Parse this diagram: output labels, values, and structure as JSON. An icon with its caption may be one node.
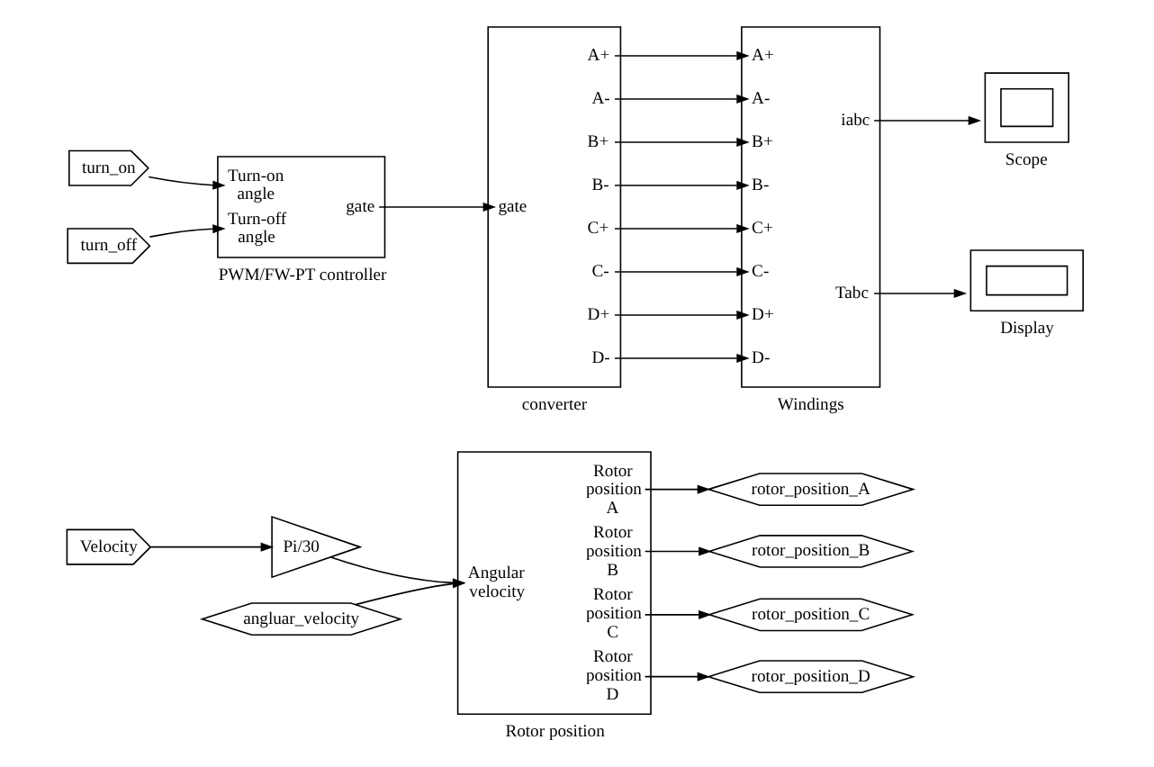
{
  "diagram": {
    "nodes": [
      {
        "text": [
          "Velocity"
        ]
      },
      {
        "text": [
          "Pi/30"
        ]
      },
      {
        "text": [
          "angluar_velocity"
        ]
      },
      {
        "text": [
          "Angular velocity",
          "Rotor position A",
          "Rotor position B",
          "Rotor position C",
          "Rotor position D"
        ],
        "beside": [
          "Rotor position"
        ]
      },
      {
        "text": [
          "rotor_position_A"
        ]
      },
      {
        "text": [
          "rotor_position_B"
        ]
      },
      {
        "text": [
          "rotor_position_C"
        ]
      },
      {
        "text": [
          "rotor_position_D"
        ]
      },
      {
        "text": [
          "turn_on"
        ]
      },
      {
        "text": [
          "turn_off"
        ]
      },
      {
        "text": [
          "Turn-on angle",
          "Turn-off angle",
          "gate"
        ],
        "beside": [
          "PWM/FW-PT controller"
        ]
      },
      {
        "text": [
          "gate",
          "A+",
          "A-",
          "B+",
          "B-",
          "C+",
          "C-",
          "D+",
          "D-"
        ],
        "beside": [
          "converter"
        ]
      },
      {
        "text": [
          "A+",
          "A-",
          "B+",
          "B-",
          "C+",
          "C-",
          "D+",
          "D-",
          "iabc",
          "Tabc"
        ],
        "beside": [
          "Windings"
        ]
      },
      {
        "text": [],
        "shape": "box",
        "beside": [
          "Scope"
        ]
      },
      {
        "text": [],
        "shape": "box",
        "beside": [
          "Display"
        ]
      }
    ],
    "edges": [
      {
        "from": 0,
        "to": 1,
        "arrow": "to"
      },
      {
        "from": 1,
        "to": 3,
        "arrow": "to"
      },
      {
        "from": 2,
        "to": 3,
        "arrow": "to"
      },
      {
        "from": 3,
        "to": 4,
        "arrow": "to"
      },
      {
        "from": 3,
        "to": 5,
        "arrow": "to"
      },
      {
        "from": 3,
        "to": 6,
        "arrow": "to"
      },
      {
        "from": 3,
        "to": 7,
        "arrow": "to"
      },
      {
        "from": 8,
        "to": 10,
        "arrow": "to"
      },
      {
        "from": 9,
        "to": 10,
        "arrow": "to"
      },
      {
        "from": 10,
        "to": 11,
        "arrow": "to"
      },
      {
        "from": 11,
        "to": 12,
        "arrow": "to"
      },
      {
        "from": 11,
        "to": 12,
        "arrow": "to"
      },
      {
        "from": 11,
        "to": 12,
        "arrow": "to"
      },
      {
        "from": 11,
        "to": 12,
        "arrow": "to"
      },
      {
        "from": 11,
        "to": 12,
        "arrow": "to"
      },
      {
        "from": 11,
        "to": 12,
        "arrow": "to"
      },
      {
        "from": 11,
        "to": 12,
        "arrow": "to"
      },
      {
        "from": 11,
        "to": 12,
        "arrow": "to"
      },
      {
        "from": 12,
        "to": 13,
        "arrow": "to"
      },
      {
        "from": 12,
        "to": 14,
        "arrow": "to"
      }
    ]
  }
}
